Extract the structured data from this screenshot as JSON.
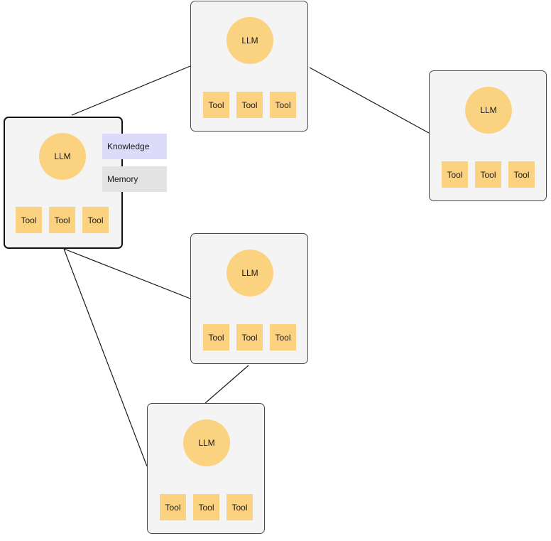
{
  "colors": {
    "node_fill": "#f4f4f4",
    "node_border": "#4a4a4a",
    "llm_fill": "#fbd27f",
    "tool_fill": "#fbd27f",
    "knowledge_fill": "#dcdcfa",
    "memory_fill": "#e3e3e3",
    "edge": "#1a1a1a"
  },
  "agents": [
    {
      "id": "top",
      "llm": "LLM",
      "tools": [
        "Tool",
        "Tool",
        "Tool"
      ]
    },
    {
      "id": "right",
      "llm": "LLM",
      "tools": [
        "Tool",
        "Tool",
        "Tool"
      ]
    },
    {
      "id": "left",
      "llm": "LLM",
      "tools": [
        "Tool",
        "Tool",
        "Tool"
      ],
      "selected": true
    },
    {
      "id": "middle",
      "llm": "LLM",
      "tools": [
        "Tool",
        "Tool",
        "Tool"
      ]
    },
    {
      "id": "bottom",
      "llm": "LLM",
      "tools": [
        "Tool",
        "Tool",
        "Tool"
      ]
    }
  ],
  "side_panels": {
    "knowledge": "Knowledge",
    "memory": "Memory"
  },
  "connections": [
    [
      "left",
      "top"
    ],
    [
      "top",
      "right"
    ],
    [
      "left",
      "middle"
    ],
    [
      "left",
      "bottom"
    ],
    [
      "middle",
      "bottom"
    ]
  ]
}
